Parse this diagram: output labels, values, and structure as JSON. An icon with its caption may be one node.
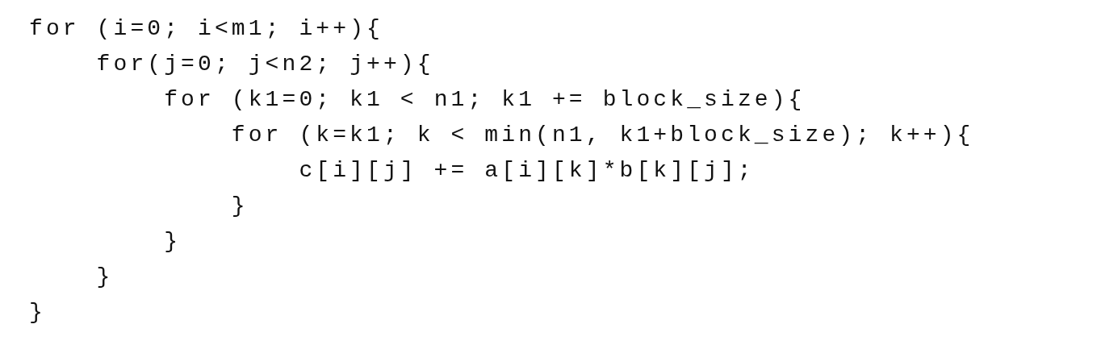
{
  "diagram": {
    "labels": [
      "for (i=0; i<m1; i++){",
      "for(j=0; j<n2; j++){",
      "for (k1=0; k1 < n1; k1 += block_size){",
      "for (k=k1; k < min(n1, k1+block_size); k++){",
      "c[i][j] += a[i][k]*b[k][j];",
      "}",
      "}",
      "}",
      "}"
    ]
  }
}
